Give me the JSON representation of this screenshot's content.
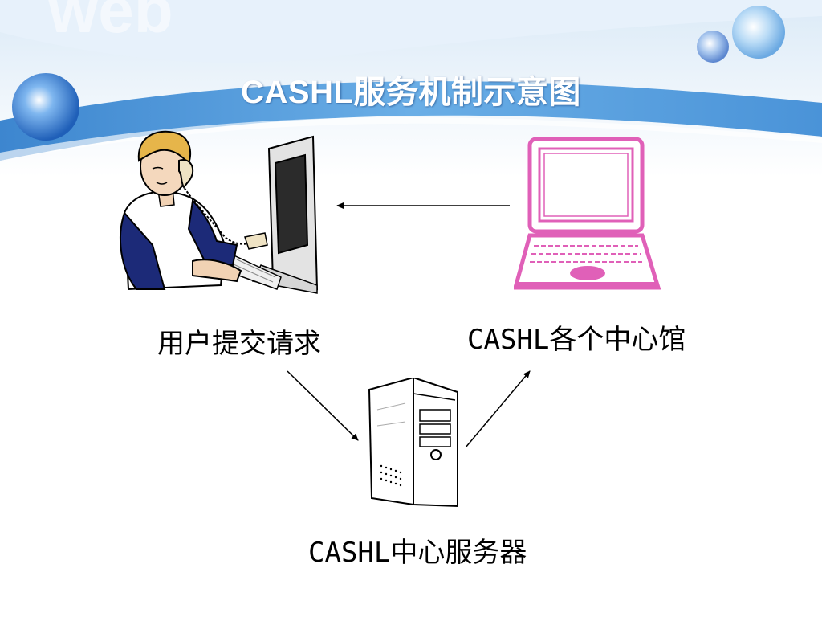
{
  "slide": {
    "title": "CASHL服务机制示意图"
  },
  "nodes": {
    "user": {
      "label": "用户提交请求"
    },
    "libraries": {
      "label": "CASHL各个中心馆"
    },
    "server": {
      "label": "CASHL中心服务器"
    }
  },
  "colors": {
    "header_blue": "#5aa0dd",
    "laptop_pink": "#e060b8",
    "arrow": "#000000"
  }
}
